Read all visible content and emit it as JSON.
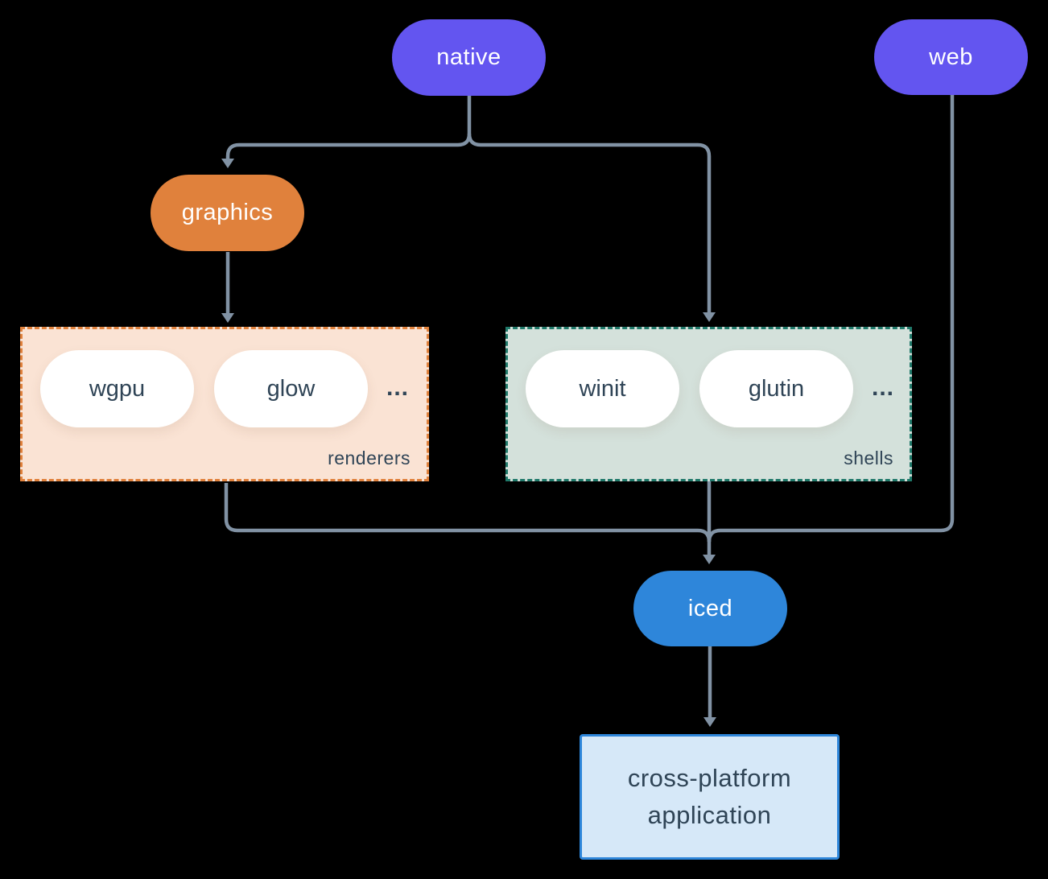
{
  "diagram": {
    "background_color": "#000000",
    "edge_color": "#8192a4",
    "nodes": {
      "native": {
        "label": "native",
        "color": "#6355f0",
        "text_color": "#ffffff"
      },
      "web": {
        "label": "web",
        "color": "#6355f0",
        "text_color": "#ffffff"
      },
      "graphics": {
        "label": "graphics",
        "color": "#e0813c",
        "text_color": "#ffffff"
      },
      "iced": {
        "label": "iced",
        "color": "#2e86da",
        "text_color": "#ffffff"
      }
    },
    "groups": {
      "renderers": {
        "label": "renderers",
        "ellipsis": "...",
        "fill": "#fae3d4",
        "border_color": "#e0813c",
        "label_color": "#2f4456",
        "items": [
          {
            "label": "wgpu"
          },
          {
            "label": "glow"
          }
        ],
        "item_text_color": "#2f4456"
      },
      "shells": {
        "label": "shells",
        "ellipsis": "...",
        "fill": "#d4e1db",
        "border_color": "#20796a",
        "label_color": "#2f4456",
        "items": [
          {
            "label": "winit"
          },
          {
            "label": "glutin"
          }
        ],
        "item_text_color": "#2f4456"
      }
    },
    "application": {
      "label": "cross-platform application",
      "fill": "#d6e8f8",
      "border_color": "#2e86da",
      "text_color": "#2f4456"
    }
  }
}
